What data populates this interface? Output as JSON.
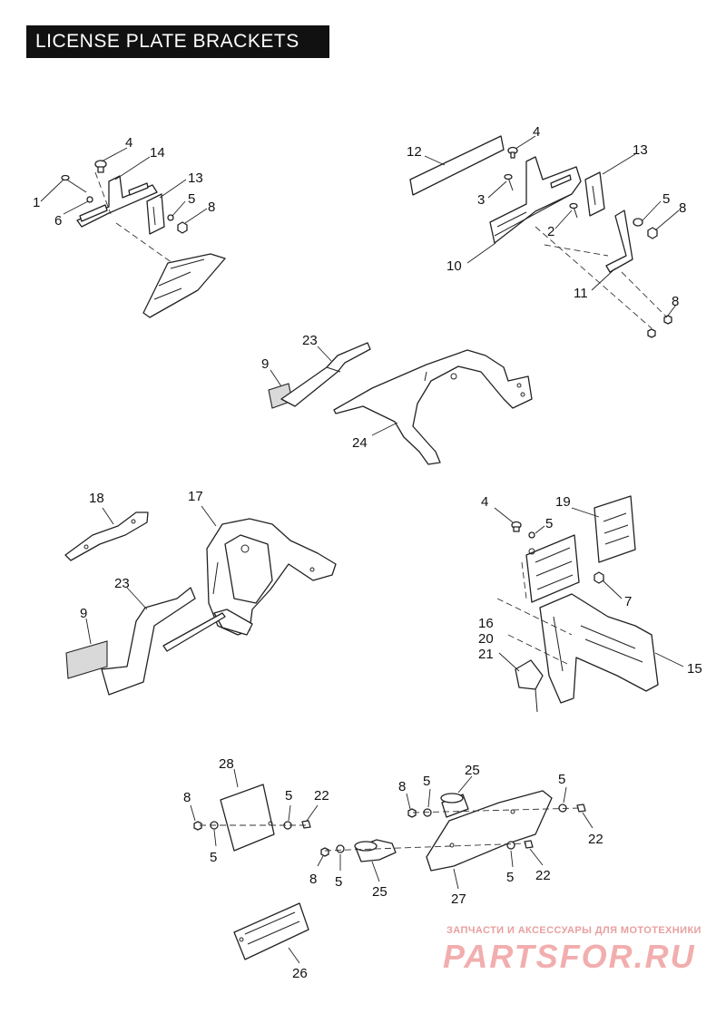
{
  "title": "LICENSE PLATE BRACKETS",
  "watermark": {
    "line1": "ЗАПЧАСТИ И АКСЕССУАРЫ ДЛЯ МОТОТЕХНИКИ",
    "line2": "PARTSFOR.RU"
  },
  "callouts": {
    "g1": [
      "1",
      "4",
      "14",
      "13",
      "5",
      "8",
      "6"
    ],
    "g2": [
      "12",
      "4",
      "13",
      "3",
      "5",
      "8",
      "2",
      "10",
      "11",
      "8"
    ],
    "g3": [
      "23",
      "9",
      "24"
    ],
    "g4": [
      "18",
      "17",
      "23",
      "9"
    ],
    "g5": [
      "4",
      "19",
      "5",
      "7",
      "16",
      "20",
      "21",
      "15"
    ],
    "g6": [
      "28",
      "8",
      "5",
      "22",
      "5",
      "8",
      "5",
      "25",
      "5",
      "22",
      "8",
      "5",
      "25",
      "5",
      "22",
      "27",
      "26"
    ]
  }
}
